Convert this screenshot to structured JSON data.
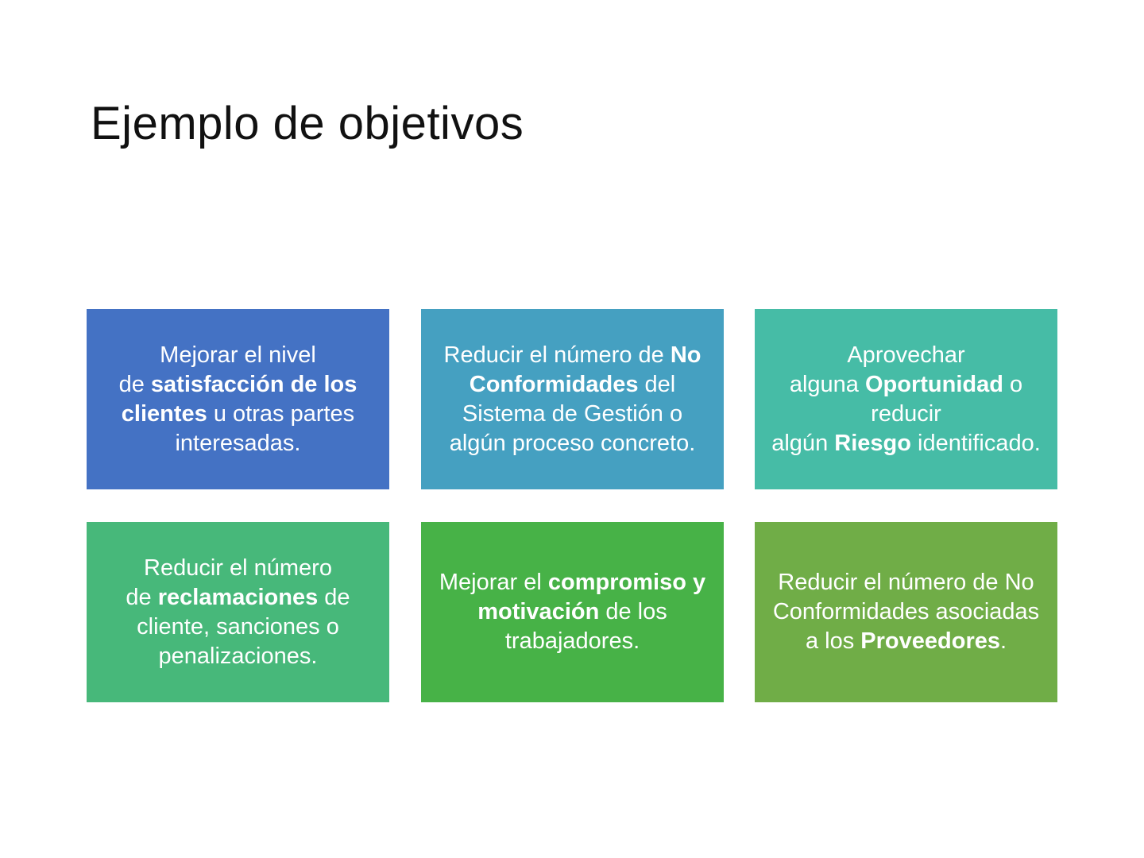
{
  "slide": {
    "title": "Ejemplo de objetivos"
  },
  "boxes": [
    {
      "color": "#4472C4",
      "lines": [
        [
          {
            "t": "Mejorar el nivel",
            "b": false
          }
        ],
        [
          {
            "t": "de ",
            "b": false
          },
          {
            "t": "satisfacción de los",
            "b": true
          }
        ],
        [
          {
            "t": "clientes",
            "b": true
          },
          {
            "t": " u otras partes",
            "b": false
          }
        ],
        [
          {
            "t": "interesadas.",
            "b": false
          }
        ]
      ]
    },
    {
      "color": "#45A0C1",
      "lines": [
        [
          {
            "t": "Reducir el número de ",
            "b": false
          },
          {
            "t": "No",
            "b": true
          }
        ],
        [
          {
            "t": "Conformidades",
            "b": true
          },
          {
            "t": " del",
            "b": false
          }
        ],
        [
          {
            "t": "Sistema de Gestión o",
            "b": false
          }
        ],
        [
          {
            "t": "algún proceso concreto.",
            "b": false
          }
        ]
      ]
    },
    {
      "color": "#46BCA6",
      "lines": [
        [
          {
            "t": "Aprovechar",
            "b": false
          }
        ],
        [
          {
            "t": "alguna ",
            "b": false
          },
          {
            "t": "Oportunidad",
            "b": true
          },
          {
            "t": " o",
            "b": false
          }
        ],
        [
          {
            "t": "reducir",
            "b": false
          }
        ],
        [
          {
            "t": "algún ",
            "b": false
          },
          {
            "t": "Riesgo",
            "b": true
          },
          {
            "t": " identificado.",
            "b": false
          }
        ]
      ]
    },
    {
      "color": "#47B87A",
      "lines": [
        [
          {
            "t": "Reducir el número",
            "b": false
          }
        ],
        [
          {
            "t": "de ",
            "b": false
          },
          {
            "t": "reclamaciones",
            "b": true
          },
          {
            "t": " de",
            "b": false
          }
        ],
        [
          {
            "t": "cliente, sanciones o",
            "b": false
          }
        ],
        [
          {
            "t": "penalizaciones.",
            "b": false
          }
        ]
      ]
    },
    {
      "color": "#47B247",
      "lines": [
        [
          {
            "t": "Mejorar el ",
            "b": false
          },
          {
            "t": "compromiso y",
            "b": true
          }
        ],
        [
          {
            "t": "motivación",
            "b": true
          },
          {
            "t": " de los",
            "b": false
          }
        ],
        [
          {
            "t": "trabajadores.",
            "b": false
          }
        ]
      ]
    },
    {
      "color": "#70AD47",
      "lines": [
        [
          {
            "t": "Reducir el número de No",
            "b": false
          }
        ],
        [
          {
            "t": "Conformidades asociadas",
            "b": false
          }
        ],
        [
          {
            "t": "a los ",
            "b": false
          },
          {
            "t": "Proveedores",
            "b": true
          },
          {
            "t": ".",
            "b": false
          }
        ]
      ]
    }
  ]
}
